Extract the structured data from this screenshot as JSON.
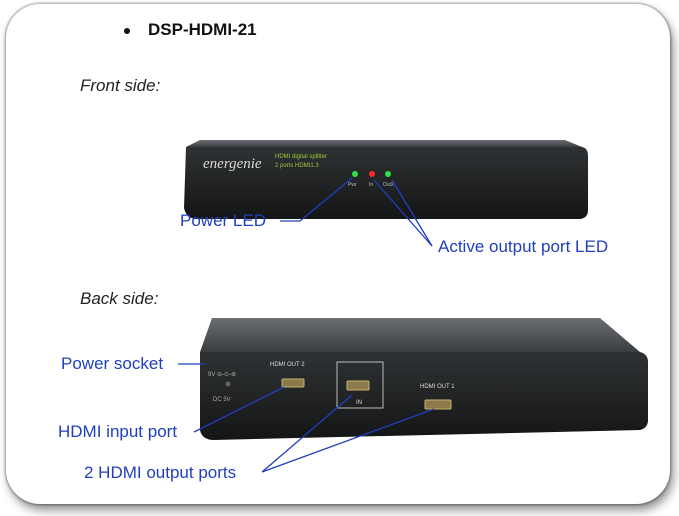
{
  "heading": "DSP-HDMI-21",
  "front": {
    "label": "Front side:",
    "brand": "energenie",
    "product_line1": "HDMI digital splitter",
    "product_line2": "2 ports HDMI1.3",
    "led_labels": [
      "Pwr",
      "In",
      "Out2"
    ],
    "callouts": {
      "power_led": "Power LED",
      "active_led": "Active output port LED"
    }
  },
  "back": {
    "label": "Back side:",
    "port_labels": {
      "out2": "HDMI OUT 2",
      "in": "IN",
      "out1": "HDMI OUT 1",
      "dc": "DC 5V"
    },
    "callouts": {
      "power_socket": "Power socket",
      "hdmi_input": "HDMI input port",
      "hdmi_outputs": "2 HDMI output ports"
    }
  },
  "colors": {
    "callout": "#1f3fbf",
    "led_green": "#34e04a",
    "led_red": "#ff2a2a",
    "device": "#2b2d2f"
  }
}
